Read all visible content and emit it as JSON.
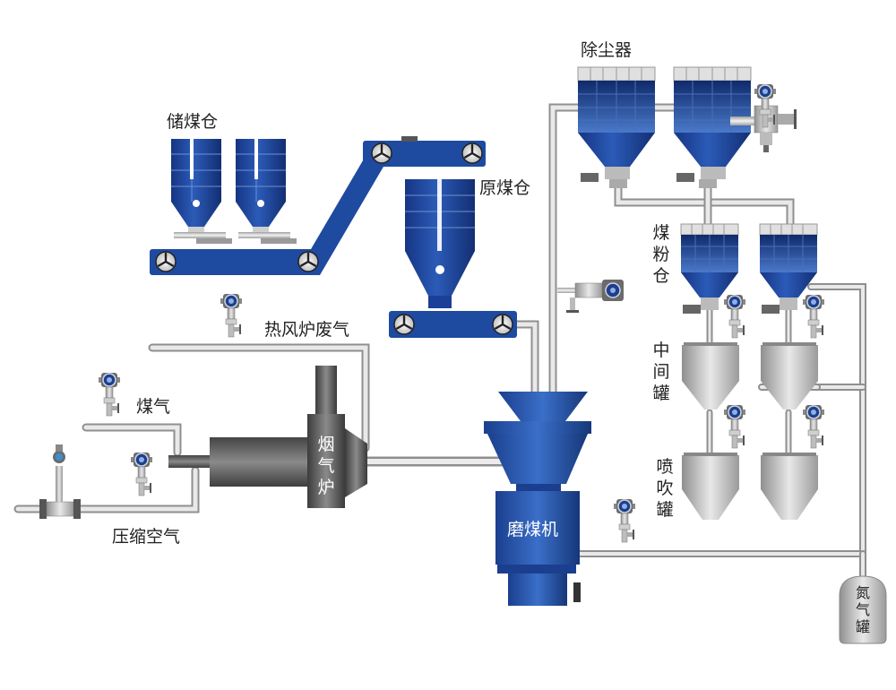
{
  "labels": {
    "coal_storage": "储煤仓",
    "raw_coal_bin": "原煤仓",
    "dust_collector": "除尘器",
    "pulverized_coal_bin": "煤粉仓",
    "hot_air_exhaust": "热风炉废气",
    "gas": "煤气",
    "compressed_air": "压缩空气",
    "flue_gas_furnace": "烟气炉",
    "coal_mill": "磨煤机",
    "intermediate_tank": "中间罐",
    "injection_tank": "喷吹罐",
    "nitrogen_tank": "氮气罐"
  },
  "colors": {
    "bin_blue": "#1c3f97",
    "conveyor_blue": "#1e4aa0",
    "pipe": "#d4d4d4",
    "tank_gray": "#bdbdbd",
    "furnace_gray": "#555555",
    "mill_blue": "#2455a8"
  }
}
